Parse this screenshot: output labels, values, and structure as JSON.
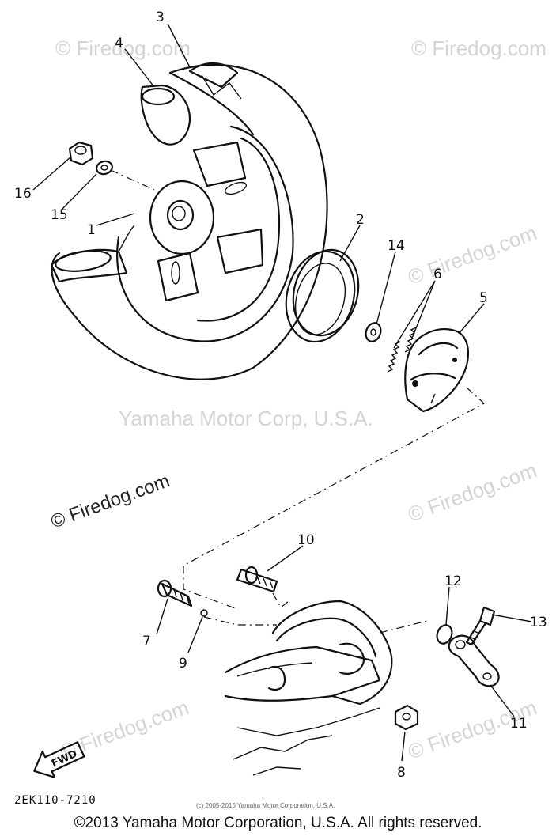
{
  "callouts": {
    "c1": "1",
    "c2": "2",
    "c3": "3",
    "c4": "4",
    "c5": "5",
    "c6": "6",
    "c7": "7",
    "c8": "8",
    "c9": "9",
    "c10": "10",
    "c11": "11",
    "c12": "12",
    "c13": "13",
    "c14": "14",
    "c15": "15",
    "c16": "16"
  },
  "watermarks": {
    "firedog": "© Firedog.com",
    "yamaha": "Yamaha Motor Corp, U.S.A."
  },
  "fwd_label": "FWD",
  "diagram_code": "2EK110-7210",
  "small_copyright": "(c) 2005-2015 Yamaha Motor Corporation, U.S.A.",
  "copyright": "©2013 Yamaha Motor Corporation, U.S.A. All rights reserved."
}
